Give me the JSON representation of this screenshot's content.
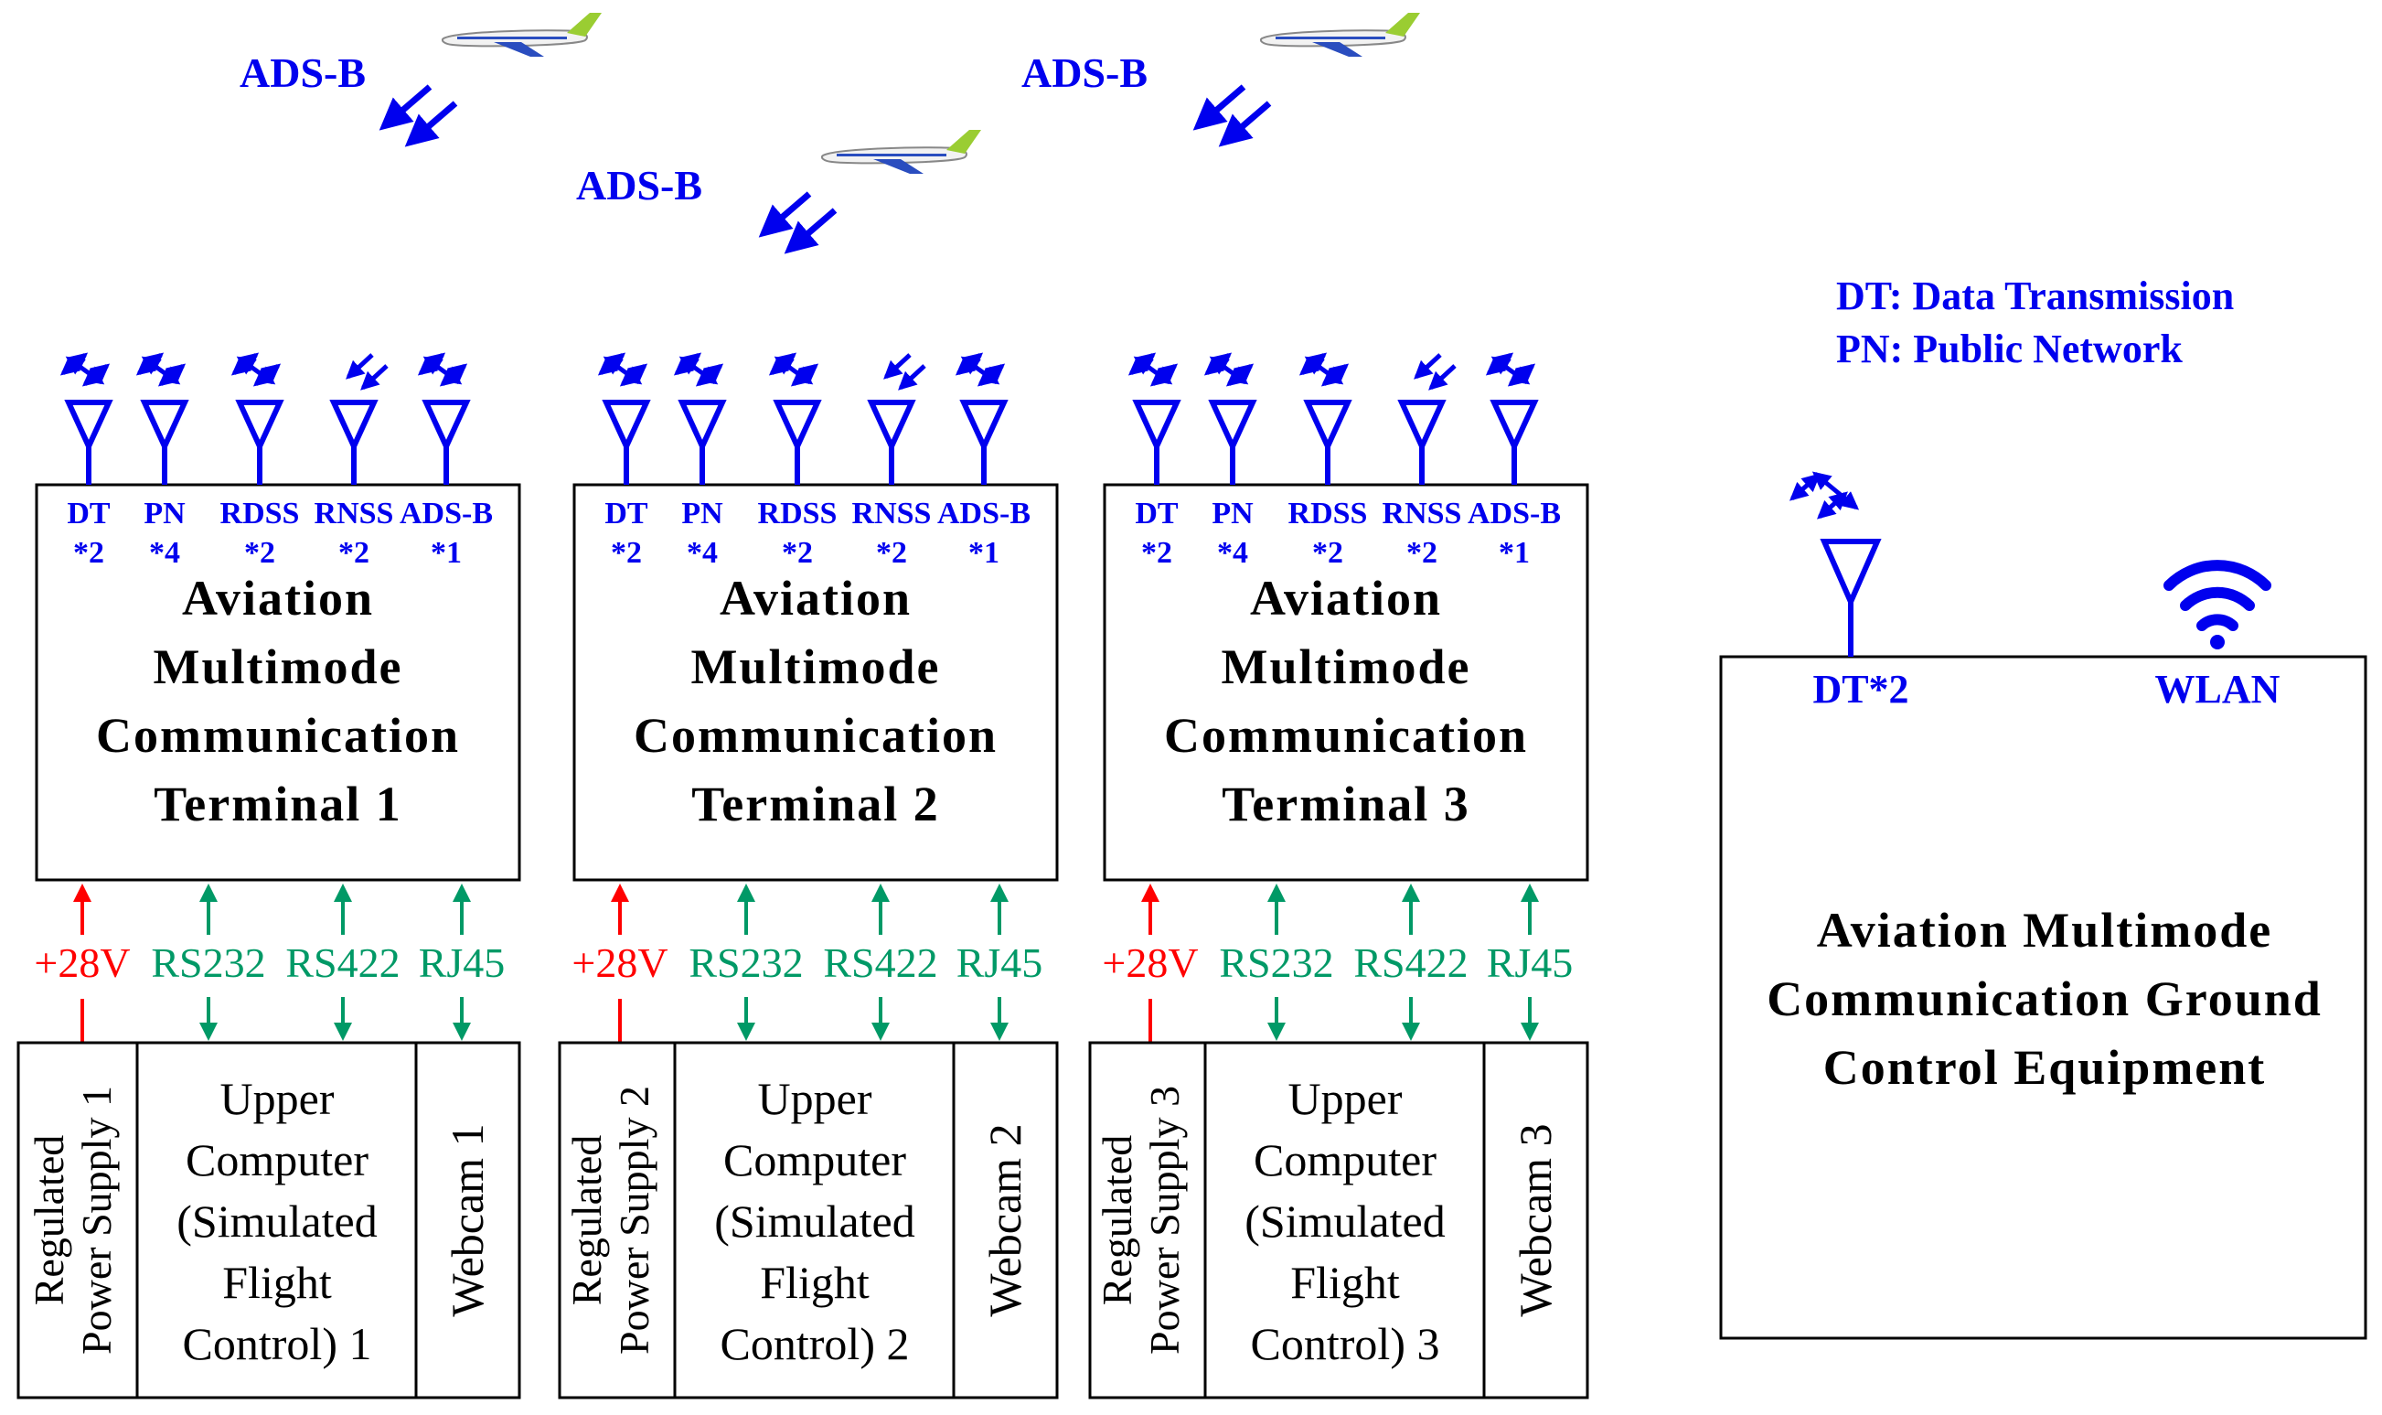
{
  "colors": {
    "blue": "#0000ee",
    "red": "#ff0000",
    "green": "#009966",
    "black": "#000000",
    "plane_body": "#f2f2f2",
    "plane_tail": "#9acd32"
  },
  "legend": {
    "dt": "DT: Data Transmission",
    "pn": "PN: Public Network"
  },
  "sky": {
    "adsb_1": "ADS-B",
    "adsb_2": "ADS-B",
    "adsb_3": "ADS-B"
  },
  "antennas": [
    {
      "name": "DT",
      "count": "*2",
      "icon": "bidirectional-signal-icon"
    },
    {
      "name": "PN",
      "count": "*4",
      "icon": "bidirectional-signal-icon"
    },
    {
      "name": "RDSS",
      "count": "*2",
      "icon": "bidirectional-signal-icon"
    },
    {
      "name": "RNSS",
      "count": "*2",
      "icon": "receive-signal-icon"
    },
    {
      "name": "ADS-B",
      "count": "*1",
      "icon": "bidirectional-signal-icon"
    }
  ],
  "interfaces": {
    "power": "+28V",
    "rs232": "RS232",
    "rs422": "RS422",
    "rj45": "RJ45"
  },
  "terminals": [
    {
      "title_lines": [
        "Aviation",
        "Multimode",
        "Communication",
        "Terminal 1"
      ],
      "power_supply_lines": [
        "Regulated",
        "Power Supply 1"
      ],
      "computer_lines": [
        "Upper",
        "Computer",
        "(Simulated",
        "Flight",
        "Control) 1"
      ],
      "webcam": "Webcam 1"
    },
    {
      "title_lines": [
        "Aviation",
        "Multimode",
        "Communication",
        "Terminal 2"
      ],
      "power_supply_lines": [
        "Regulated",
        "Power Supply 2"
      ],
      "computer_lines": [
        "Upper",
        "Computer",
        "(Simulated",
        "Flight",
        "Control) 2"
      ],
      "webcam": "Webcam 2"
    },
    {
      "title_lines": [
        "Aviation",
        "Multimode",
        "Communication",
        "Terminal 3"
      ],
      "power_supply_lines": [
        "Regulated",
        "Power Supply 3"
      ],
      "computer_lines": [
        "Upper",
        "Computer",
        "(Simulated",
        "Flight",
        "Control) 3"
      ],
      "webcam": "Webcam 3"
    }
  ],
  "ground": {
    "title_lines": [
      "Aviation Multimode",
      "Communication Ground",
      "Control Equipment"
    ],
    "dt_label": "DT*2",
    "wlan_label": "WLAN",
    "wlan_icon": "wifi-icon",
    "dt_icon": "bidirectional-signal-icon"
  }
}
